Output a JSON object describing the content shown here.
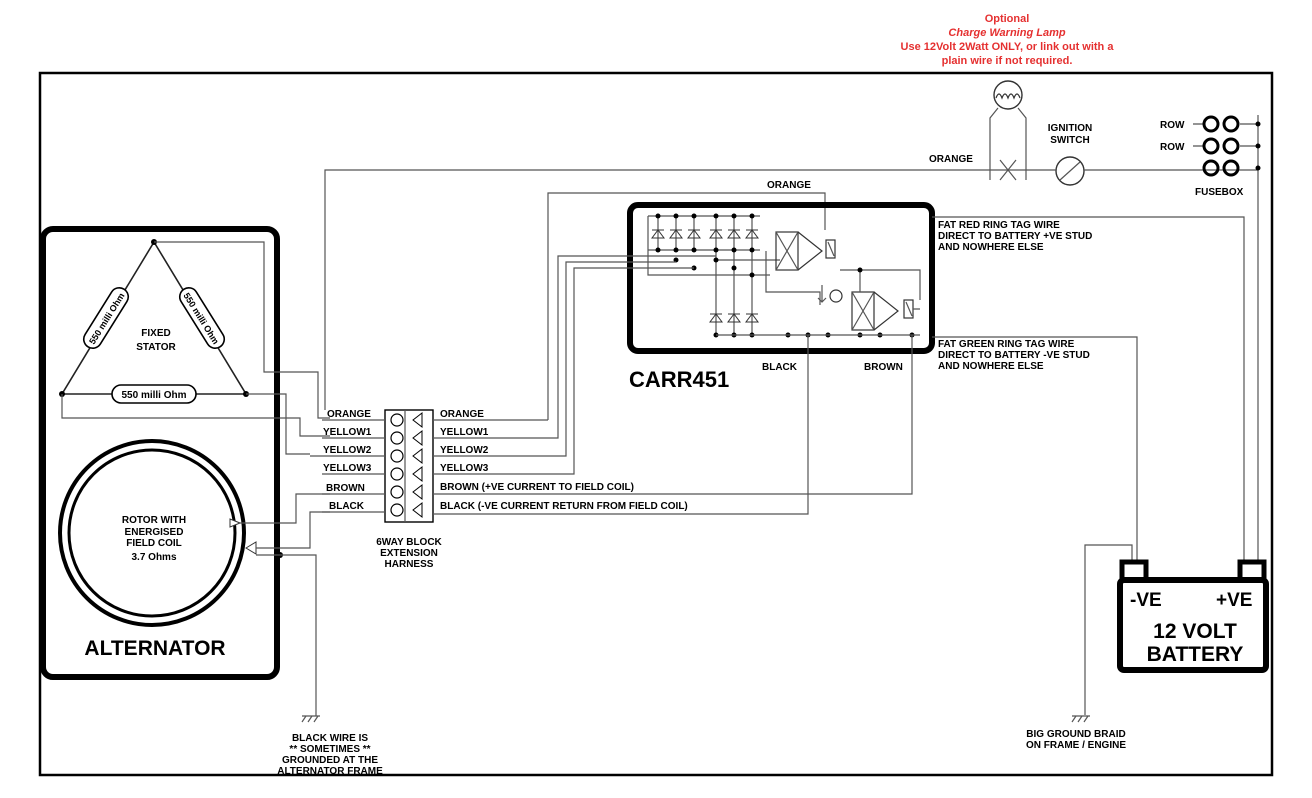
{
  "colors": {
    "note_red": "#e53030",
    "ink": "#000000",
    "wire": "#555555"
  },
  "optional_note": {
    "line1": "Optional",
    "line2": "Charge Warning Lamp",
    "line3": "Use 12Volt 2Watt ONLY, or link out with a",
    "line4": "plain wire if not required."
  },
  "ignition": {
    "line1": "IGNITION",
    "line2": "SWITCH"
  },
  "fusebox": {
    "row1": "ROW",
    "row2": "ROW",
    "label": "FUSEBOX"
  },
  "wires": {
    "orange_top": "ORANGE",
    "orange_upper": "ORANGE"
  },
  "regulator": {
    "name": "CARR451",
    "black": "BLACK",
    "brown": "BROWN"
  },
  "red_note": {
    "line1": "FAT RED RING TAG WIRE",
    "line2": "DIRECT TO BATTERY +VE STUD",
    "line3": "AND NOWHERE ELSE"
  },
  "green_note": {
    "line1": "FAT GREEN RING TAG WIRE",
    "line2": "DIRECT TO BATTERY -VE STUD",
    "line3": "AND NOWHERE ELSE"
  },
  "alternator": {
    "label": "ALTERNATOR",
    "stator_1": "FIXED",
    "stator_2": "STATOR",
    "res_left": "550 milli Ohm",
    "res_right": "550 milli Ohm",
    "res_bottom": "550 milli Ohm",
    "rotor_1": "ROTOR WITH",
    "rotor_2": "ENERGISED",
    "rotor_3": "FIELD COIL",
    "rotor_4": "3.7 Ohms"
  },
  "harness_left": [
    "ORANGE",
    "YELLOW1",
    "YELLOW2",
    "YELLOW3",
    "BROWN",
    "BLACK"
  ],
  "harness_right": [
    "ORANGE",
    "YELLOW1",
    "YELLOW2",
    "YELLOW3",
    "BROWN (+VE CURRENT TO FIELD COIL)",
    "BLACK (-VE CURRENT RETURN FROM FIELD COIL)"
  ],
  "block": {
    "line1": "6WAY BLOCK",
    "line2": "EXTENSION",
    "line3": "HARNESS"
  },
  "battery": {
    "neg": "-VE",
    "pos": "+VE",
    "line1": "12 VOLT",
    "line2": "BATTERY"
  },
  "ground_left": {
    "line1": "BLACK WIRE IS",
    "line2": "** SOMETIMES **",
    "line3": "GROUNDED AT THE",
    "line4": "ALTERNATOR FRAME"
  },
  "ground_right": {
    "line1": "BIG GROUND BRAID",
    "line2": "ON FRAME / ENGINE"
  }
}
